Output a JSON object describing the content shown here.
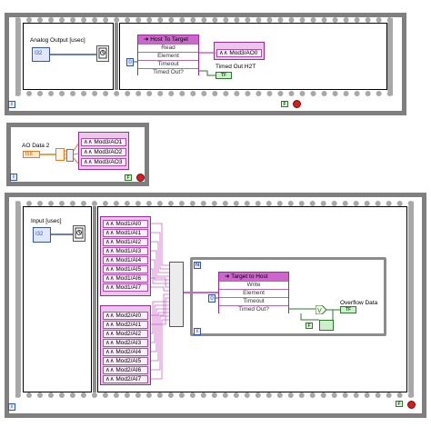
{
  "top_loop": {
    "control_label": "Analog Output [usec]",
    "control_value": "I32",
    "fifo_node": {
      "title": "Host To Target",
      "rows": [
        "Read",
        "Element",
        "Timeout",
        "Timed Out?"
      ]
    },
    "indicator": "Mod3/AO0",
    "timed_out_label": "Timed Out H2T",
    "timeout_const": "0",
    "iter_label": "i",
    "stop_f": "F"
  },
  "middle_loop": {
    "control_label": "AO Data 2",
    "control_value": "I16",
    "channels": [
      "Mod3/AO1",
      "Mod3/AO2",
      "Mod3/AO3"
    ],
    "iter_label": "i",
    "stop_f": "F"
  },
  "bottom_loop": {
    "control_label": "Input [usec]",
    "control_value": "I32",
    "mod1_channels": [
      "Mod1/AI0",
      "Mod1/AI1",
      "Mod1/AI2",
      "Mod1/AI3",
      "Mod1/AI4",
      "Mod1/AI5",
      "Mod1/AI6",
      "Mod1/AI7"
    ],
    "mod2_channels": [
      "Mod2/AI0",
      "Mod2/AI1",
      "Mod2/AI2",
      "Mod2/AI3",
      "Mod2/AI4",
      "Mod2/AI5",
      "Mod2/AI6",
      "Mod2/AI7"
    ],
    "fifo_node": {
      "title": "Target to Host",
      "rows": [
        "Write",
        "Element",
        "Timeout",
        "Timed Out?"
      ]
    },
    "overflow_label": "Overflow Data",
    "for_loop_label": "N",
    "iter_label": "i",
    "stop_f": "F",
    "timeout_const": "0"
  },
  "terminals": {
    "tf": "TF",
    "wave_glyph": "∧∧"
  }
}
